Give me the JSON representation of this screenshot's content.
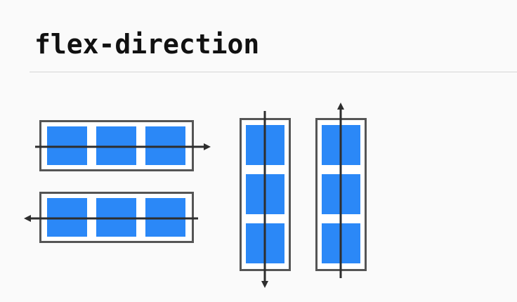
{
  "page": {
    "title": "flex-direction"
  },
  "colors": {
    "background": "#fafafa",
    "container_border": "#555555",
    "container_fill": "#ffffff",
    "item_fill": "#2b88f7",
    "arrow": "#2e2e2e",
    "divider": "#d6d6d6",
    "title": "#111111"
  },
  "diagrams": [
    {
      "id": "row",
      "orientation": "horizontal",
      "arrow_direction": "right",
      "items": 3
    },
    {
      "id": "row-reverse",
      "orientation": "horizontal",
      "arrow_direction": "left",
      "items": 3
    },
    {
      "id": "column",
      "orientation": "vertical",
      "arrow_direction": "down",
      "items": 3
    },
    {
      "id": "column-reverse",
      "orientation": "vertical",
      "arrow_direction": "up",
      "items": 3
    }
  ]
}
